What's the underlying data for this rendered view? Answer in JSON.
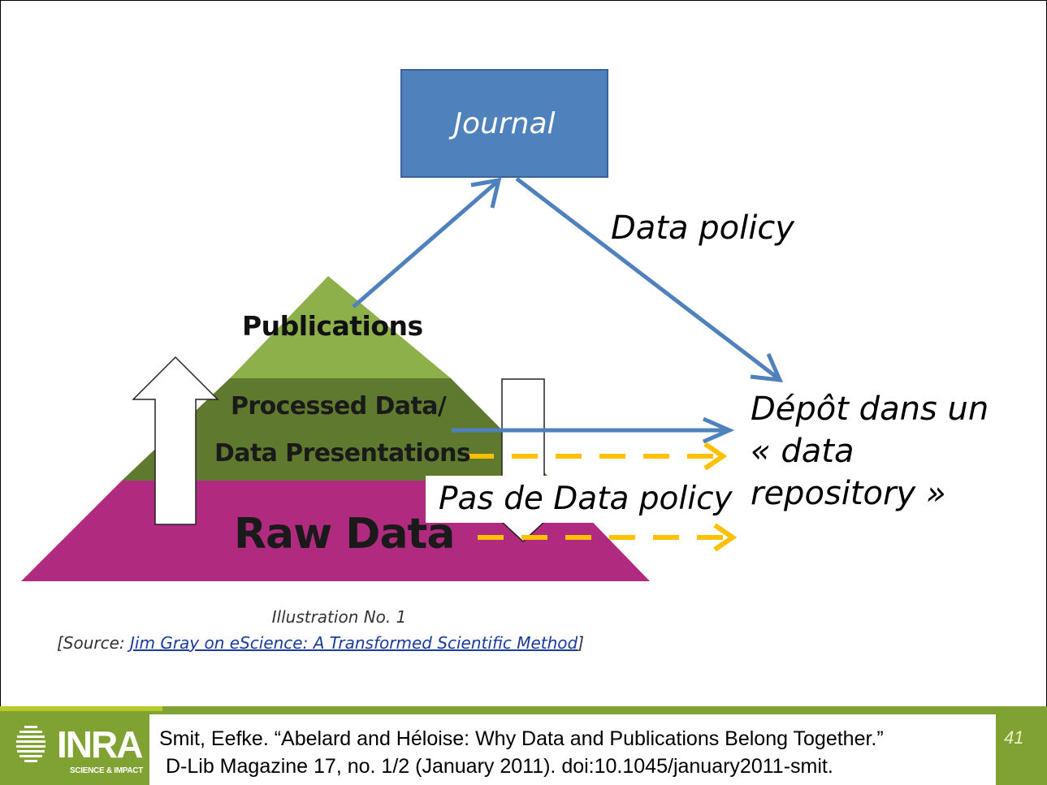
{
  "diagram": {
    "journal_label": "Journal",
    "data_policy_label": "Data policy",
    "no_data_policy_label": "Pas de Data policy",
    "deposit_lines": [
      "Dépôt dans un",
      "« data",
      "repository »"
    ],
    "pyramid": {
      "top_label": "Publications",
      "middle_line1": "Processed Data/",
      "middle_line2": "Data Presentations",
      "bottom_label": "Raw Data"
    },
    "illustration_caption": "Illustration No. 1",
    "source_prefix": "[Source: ",
    "source_link": "Jim Gray on eScience: A Transformed Scientific Method",
    "source_suffix": "]"
  },
  "footer": {
    "logo_text": "INRA",
    "logo_subtext": "SCIENCE & IMPACT",
    "citation_line1": "Smit, Eefke. “Abelard and Héloise: Why Data and Publications Belong Together.”",
    "citation_line2": "D-Lib Magazine 17, no. 1/2 (January 2011). doi:10.1045/january2011-smit.",
    "page_number": "41"
  },
  "colors": {
    "journal_box": "#4f81bd",
    "arrow_blue": "#4f81bd",
    "arrow_orange": "#ffc000",
    "pyramid_top": "#8db04a",
    "pyramid_middle": "#5f7a2e",
    "pyramid_bottom": "#b02a7f",
    "footer_green": "#7fa233"
  }
}
